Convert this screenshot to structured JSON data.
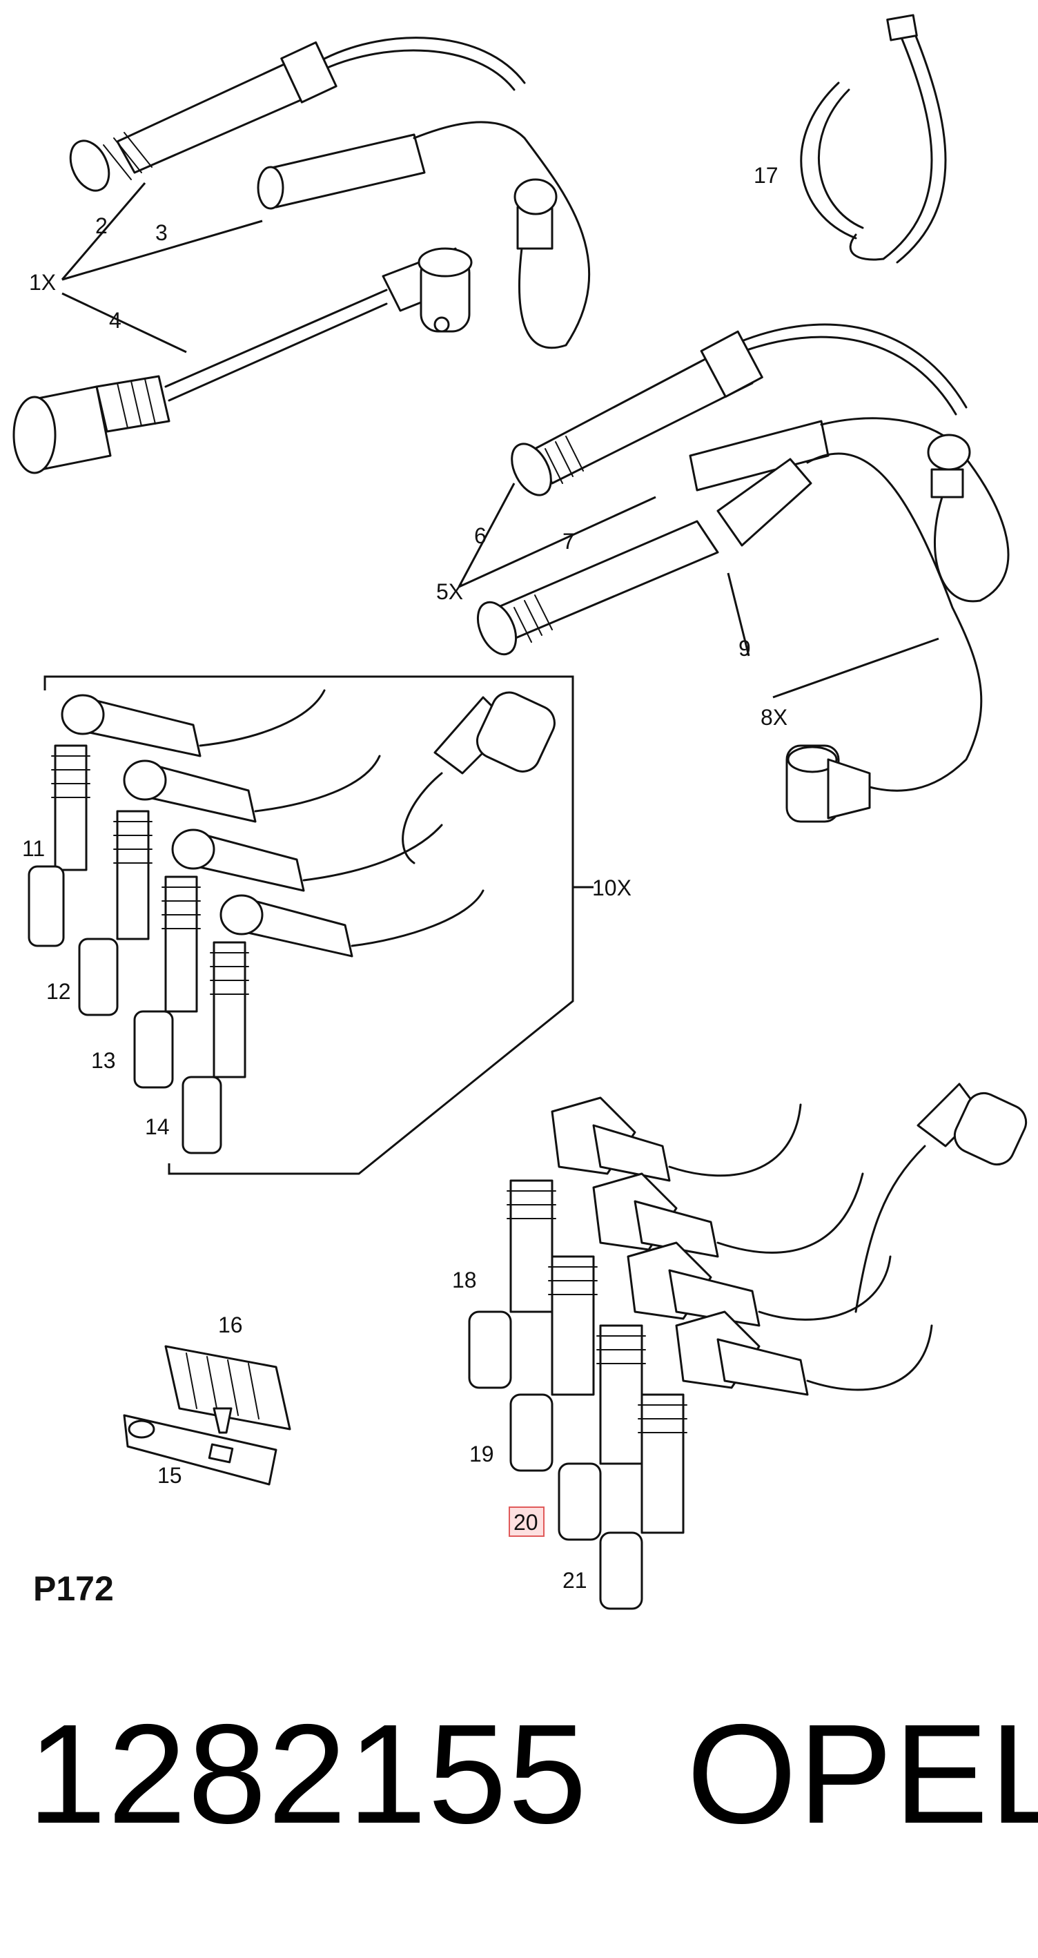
{
  "callouts": {
    "c1x": "1X",
    "c2": "2",
    "c3": "3",
    "c4": "4",
    "c5x": "5X",
    "c6": "6",
    "c7": "7",
    "c8x": "8X",
    "c9": "9",
    "c10x": "10X",
    "c11": "11",
    "c12": "12",
    "c13": "13",
    "c14": "14",
    "c15": "15",
    "c16": "16",
    "c17": "17",
    "c18": "18",
    "c19": "19",
    "c20": "20",
    "c21": "21"
  },
  "highlighted_callout": "20",
  "page_code": "P172",
  "footer": {
    "part_number": "1282155",
    "brand": "OPEL"
  },
  "colors": {
    "line": "#111111",
    "highlight_fill": "#fde0e0",
    "highlight_stroke": "#e05a5a"
  }
}
